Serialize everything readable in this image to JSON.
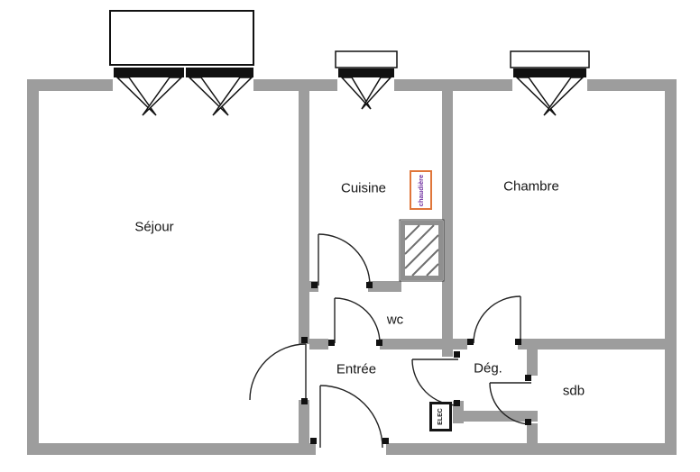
{
  "colors": {
    "wall": "#9d9d9d",
    "line": "#1a1a1a",
    "background": "#ffffff",
    "chaudiere_text": "#7030a0",
    "chaudiere_border": "#e0763a"
  },
  "rooms": [
    {
      "id": "sejour",
      "label": "Séjour"
    },
    {
      "id": "cuisine",
      "label": "Cuisine"
    },
    {
      "id": "chambre",
      "label": "Chambre"
    },
    {
      "id": "wc",
      "label": "wc"
    },
    {
      "id": "entree",
      "label": "Entrée"
    },
    {
      "id": "degagement",
      "label": "Dég."
    },
    {
      "id": "sdb",
      "label": "sdb"
    }
  ],
  "annotations": {
    "chaudiere": {
      "label": "chaudière"
    },
    "elec": {
      "label": "ELEC"
    }
  }
}
